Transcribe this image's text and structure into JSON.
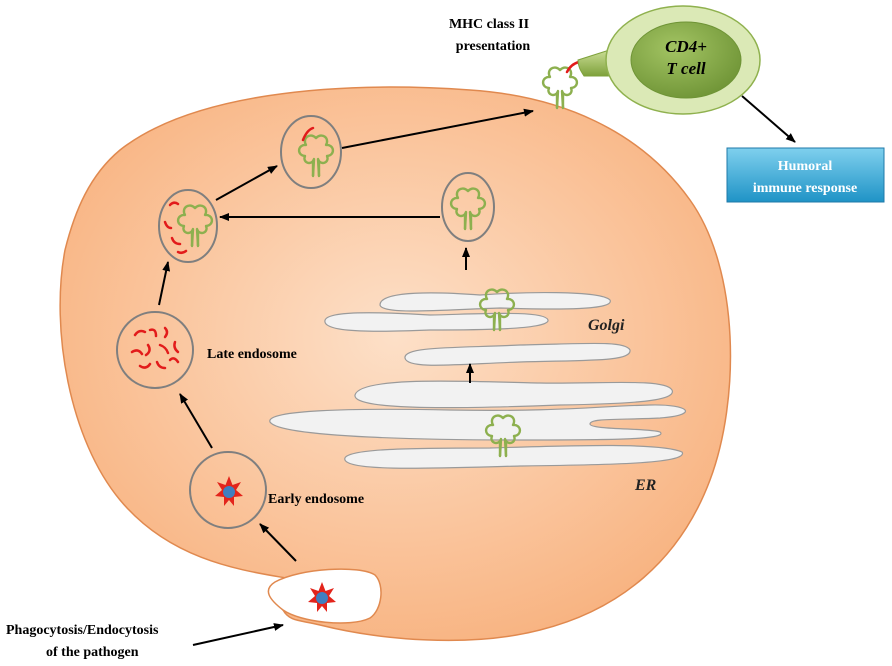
{
  "labels": {
    "mhc_line1": "MHC class II",
    "mhc_line2": "presentation",
    "cd4_line1": "CD4+",
    "cd4_line2": "T cell",
    "humoral_line1": "Humoral",
    "humoral_line2": "immune response",
    "late_endosome": "Late endosome",
    "early_endosome": "Early endosome",
    "golgi": "Golgi",
    "er": "ER",
    "phago_line1": "Phagocytosis/Endocytosis",
    "phago_line2": "of the pathogen"
  },
  "colors": {
    "cell_fill": "#f9b98a",
    "cell_stroke": "#e0894f",
    "vesicle_stroke": "#7f7f7f",
    "mhc_green": "#8db04f",
    "peptide_red": "#e21b1b",
    "tcell_outer": "#dbe9b6",
    "tcell_inner": "#8fb14e",
    "humoral_box": "#3aa9d8",
    "organelle_fill": "#f2f2f2"
  }
}
